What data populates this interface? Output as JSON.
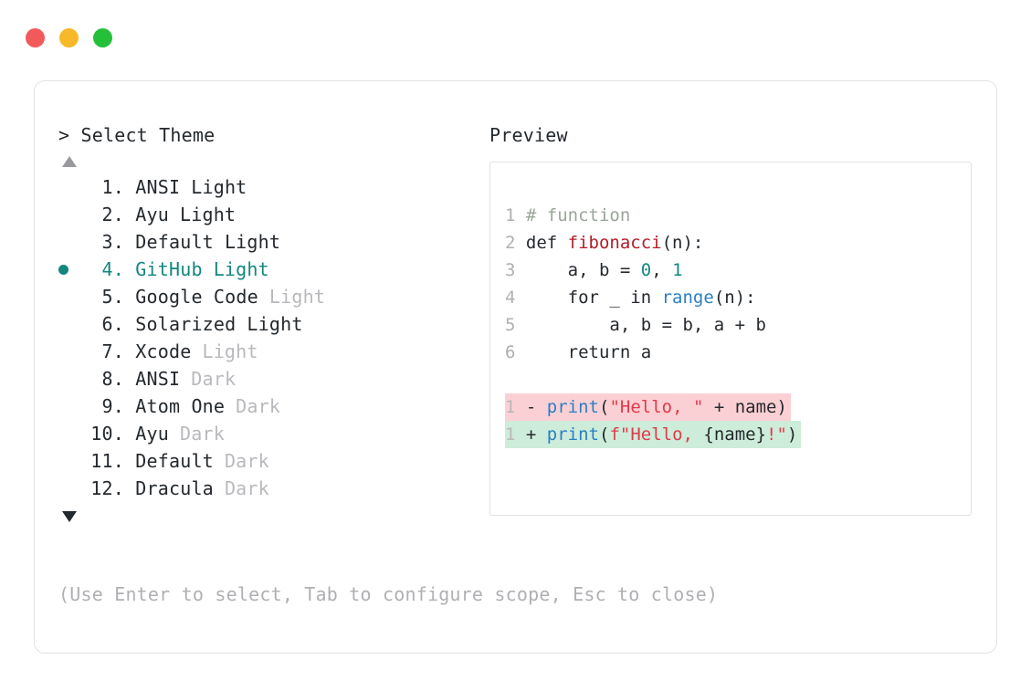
{
  "window": {
    "traffic_lights": [
      {
        "name": "close",
        "color": "#f1595a"
      },
      {
        "name": "minimize",
        "color": "#f7b928"
      },
      {
        "name": "maximize",
        "color": "#25c03a"
      }
    ]
  },
  "picker": {
    "prompt": "> Select Theme",
    "scroll_up_indicator": "▲",
    "scroll_down_indicator": "▼",
    "selected_index": 4,
    "items": [
      {
        "index": "1.",
        "name": "ANSI",
        "variant": "Light",
        "variant_muted": false,
        "selected": false
      },
      {
        "index": "2.",
        "name": "Ayu",
        "variant": "Light",
        "variant_muted": false,
        "selected": false
      },
      {
        "index": "3.",
        "name": "Default",
        "variant": "Light",
        "variant_muted": false,
        "selected": false
      },
      {
        "index": "4.",
        "name": "GitHub",
        "variant": "Light",
        "variant_muted": false,
        "selected": true
      },
      {
        "index": "5.",
        "name": "Google Code",
        "variant": "Light",
        "variant_muted": true,
        "selected": false
      },
      {
        "index": "6.",
        "name": "Solarized",
        "variant": "Light",
        "variant_muted": false,
        "selected": false
      },
      {
        "index": "7.",
        "name": "Xcode",
        "variant": "Light",
        "variant_muted": true,
        "selected": false
      },
      {
        "index": "8.",
        "name": "ANSI",
        "variant": "Dark",
        "variant_muted": true,
        "selected": false
      },
      {
        "index": "9.",
        "name": "Atom One",
        "variant": "Dark",
        "variant_muted": true,
        "selected": false
      },
      {
        "index": "10.",
        "name": "Ayu",
        "variant": "Dark",
        "variant_muted": true,
        "selected": false
      },
      {
        "index": "11.",
        "name": "Default",
        "variant": "Dark",
        "variant_muted": true,
        "selected": false
      },
      {
        "index": "12.",
        "name": "Dracula",
        "variant": "Dark",
        "variant_muted": true,
        "selected": false
      }
    ]
  },
  "preview": {
    "title": "Preview",
    "code_lines": [
      {
        "lineno": "1",
        "tokens": [
          {
            "t": "# function",
            "c": "comment"
          }
        ]
      },
      {
        "lineno": "2",
        "tokens": [
          {
            "t": "def ",
            "c": "plain"
          },
          {
            "t": "fibonacci",
            "c": "func"
          },
          {
            "t": "(n):",
            "c": "plain"
          }
        ]
      },
      {
        "lineno": "3",
        "tokens": [
          {
            "t": "    a, b = ",
            "c": "plain"
          },
          {
            "t": "0",
            "c": "num"
          },
          {
            "t": ", ",
            "c": "plain"
          },
          {
            "t": "1",
            "c": "num"
          }
        ]
      },
      {
        "lineno": "4",
        "tokens": [
          {
            "t": "    for _ in ",
            "c": "plain"
          },
          {
            "t": "range",
            "c": "builtin"
          },
          {
            "t": "(n):",
            "c": "plain"
          }
        ]
      },
      {
        "lineno": "5",
        "tokens": [
          {
            "t": "        a, b = b, a + b",
            "c": "plain"
          }
        ]
      },
      {
        "lineno": "6",
        "tokens": [
          {
            "t": "    return a",
            "c": "plain"
          }
        ]
      }
    ],
    "diff_lines": [
      {
        "lineno": "1",
        "marker": "-",
        "kind": "removed",
        "bg": "#fbd0d4",
        "tokens": [
          {
            "t": "print",
            "c": "builtin"
          },
          {
            "t": "(",
            "c": "plain"
          },
          {
            "t": "\"Hello, \"",
            "c": "string"
          },
          {
            "t": " + name)",
            "c": "plain"
          }
        ]
      },
      {
        "lineno": "1",
        "marker": "+",
        "kind": "added",
        "bg": "#cdecd9",
        "tokens": [
          {
            "t": "print",
            "c": "builtin"
          },
          {
            "t": "(",
            "c": "plain"
          },
          {
            "t": "f\"Hello, ",
            "c": "string"
          },
          {
            "t": "{name}",
            "c": "plain"
          },
          {
            "t": "!\"",
            "c": "string"
          },
          {
            "t": ")",
            "c": "plain"
          }
        ]
      }
    ]
  },
  "footer": {
    "hint": "(Use Enter to select, Tab to configure scope, Esc to close)"
  },
  "colors": {
    "accent_teal": "#13877f",
    "text": "#24292e",
    "muted": "#b0b0b4",
    "border": "#e2e2e4",
    "diff_removed_bg": "#fbd0d4",
    "diff_added_bg": "#cdecd9"
  }
}
